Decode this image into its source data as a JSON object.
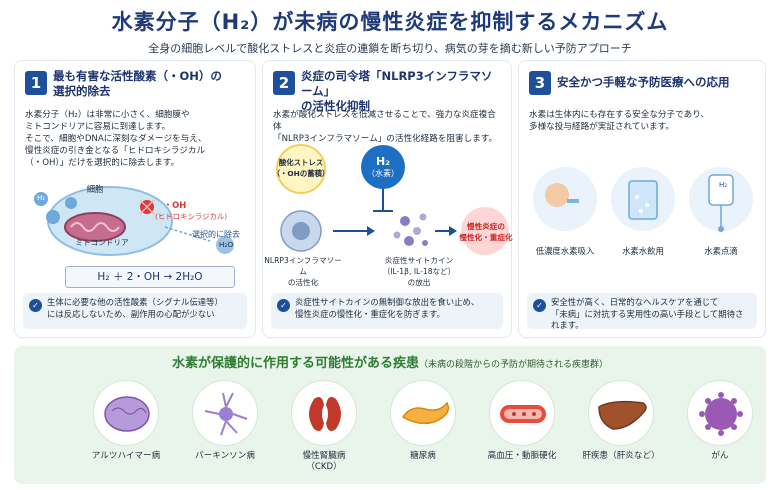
{
  "header": {
    "title": "水素分子（H₂）が未病の慢性炎症を抑制するメカニズム",
    "subtitle": "全身の細胞レベルで酸化ストレスと炎症の連鎖を断ち切り、病気の芽を摘む新しい予防アプローチ"
  },
  "panel1": {
    "number": "1",
    "heading_line1": "最も有害な活性酸素（・OH）の",
    "heading_line2": "選択的除去",
    "body": [
      "水素分子（H₂）は非常に小さく、細胞膜や",
      "ミトコンドリアに容易に到達します。",
      "そこで、細胞やDNAに深刻なダメージを与え、",
      "慢性炎症の引き金となる「ヒドロキシラジカル",
      "（・OH）」だけを選択的に除去します。"
    ],
    "cell_label": "細胞",
    "oh_label": "・OH",
    "oh_sub": "(ヒドロキシラジカル)",
    "mito_label": "ミトコンドリア",
    "remove_label": "選択的に除去",
    "h2o_label": "H₂O",
    "h2_label": "H₂",
    "equation": "H₂ ＋ 2・OH → 2H₂O",
    "note_line1": "生体に必要な他の活性酸素（シグナル伝達等）",
    "note_line2": "には反応しないため、副作用の心配が少ない"
  },
  "panel2": {
    "number": "2",
    "heading_line1": "炎症の司令塔「NLRP3インフラマソーム」",
    "heading_line2": "の活性化抑制",
    "body": [
      "水素が酸化ストレスを低減させることで、強力な炎症複合体",
      "「NLRP3インフラマソーム」の活性化経路を阻害します。"
    ],
    "stress_line1": "酸化ストレス",
    "stress_line2": "（・OHの蓄積）",
    "h2_line1": "H₂",
    "h2_line2": "（水素）",
    "nlrp3_line1": "NLRP3インフラマソーム",
    "nlrp3_line2": "の活性化",
    "cytokine_line1": "炎症性サイトカイン",
    "cytokine_line2": "（IL-1β, IL-18など）",
    "cytokine_line3": "の放出",
    "result_line1": "慢性炎症の",
    "result_line2": "慢性化・重症化",
    "note_line1": "炎症性サイトカインの無制御な放出を食い止め、",
    "note_line2": "慢性炎症の慢性化・重症化を防ぎます。"
  },
  "panel3": {
    "number": "3",
    "heading": "安全かつ手軽な予防医療への応用",
    "body": [
      "水素は生体内にも存在する安全な分子であり、",
      "多様な投与経路が実証されています。"
    ],
    "methods": [
      "低濃度水素吸入",
      "水素水飲用",
      "水素点滴"
    ],
    "h2_label": "H₂",
    "note_line1": "安全性が高く、日常的なヘルスケアを通じて",
    "note_line2": "「未病」に対抗する実用性の高い手段として期待されます。"
  },
  "diseases": {
    "title": "水素が保護的に作用する可能性がある疾患",
    "title_note": "（未病の段階からの予防が期待される疾患群）",
    "items": [
      {
        "line1": "アルツハイマー病",
        "line2": "",
        "icon": "brain-icon"
      },
      {
        "line1": "パーキンソン病",
        "line2": "",
        "icon": "neuron-icon"
      },
      {
        "line1": "慢性腎臓病",
        "line2": "（CKD）",
        "icon": "kidney-icon"
      },
      {
        "line1": "糖尿病",
        "line2": "",
        "icon": "pancreas-icon"
      },
      {
        "line1": "高血圧・動脈硬化",
        "line2": "",
        "icon": "artery-icon"
      },
      {
        "line1": "肝疾患（肝炎など）",
        "line2": "",
        "icon": "liver-icon"
      },
      {
        "line1": "がん",
        "line2": "",
        "icon": "cancer-cell-icon"
      }
    ]
  },
  "colors": {
    "primary": "#1d4f9c",
    "title": "#1e3a78",
    "disease_bg": "#e9f5ea",
    "disease_title": "#2e7d32",
    "radical": "#d93a3a"
  }
}
